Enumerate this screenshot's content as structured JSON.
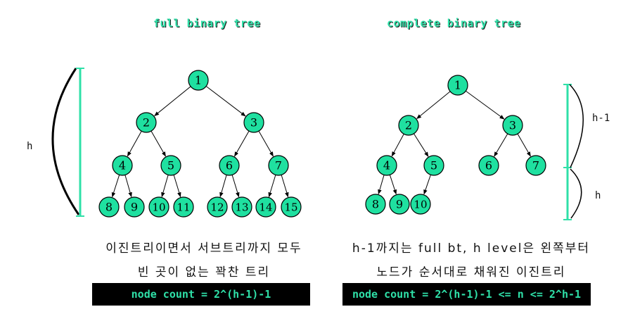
{
  "left": {
    "title": "full binary tree",
    "height_label": "h",
    "description_line1": "이진트리이면서 서브트리까지 모두",
    "description_line2": "빈 곳이 없는 꽉찬 트리",
    "formula": "node count = 2^(h-1)-1",
    "nodes": [
      "1",
      "2",
      "3",
      "4",
      "5",
      "6",
      "7",
      "8",
      "9",
      "10",
      "11",
      "12",
      "13",
      "14",
      "15"
    ]
  },
  "right": {
    "title": "complete binary tree",
    "label_upper": "h-1",
    "label_lower": "h",
    "description_line1": "h-1까지는 full bt, h level은 왼쪽부터",
    "description_line2": "노드가 순서대로 채워진 이진트리",
    "formula": "node count = 2^(h-1)-1 <= n <= 2^h-1",
    "nodes": [
      "1",
      "2",
      "3",
      "4",
      "5",
      "6",
      "7",
      "8",
      "9",
      "10"
    ]
  },
  "colors": {
    "node_fill": "#1fe0a0",
    "title_text": "#2fe0a8",
    "bracket_line": "#2fe0a8",
    "formula_bg": "#000000"
  }
}
